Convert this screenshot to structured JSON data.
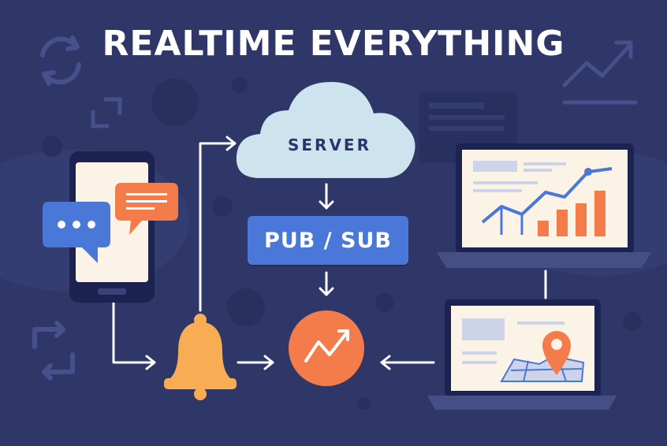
{
  "title": "REALTIME EVERYTHING",
  "nodes": {
    "server": "SERVER",
    "pubsub": "PUB / SUB"
  },
  "colors": {
    "background": "#2f3768",
    "cloud": "#cde3ee",
    "pubsub": "#4a78d8",
    "hub": "#f47b4a",
    "bell": "#f8ac54",
    "bubble_blue": "#4a78d8",
    "bubble_orange": "#f47b4a",
    "arrow": "#ffffff"
  },
  "icons": [
    "phone-icon",
    "chat-bubble-icon",
    "message-bubble-icon",
    "bell-icon",
    "trend-arrow-icon",
    "laptop-icon",
    "map-pin-icon",
    "refresh-icon",
    "trend-chart-icon"
  ]
}
